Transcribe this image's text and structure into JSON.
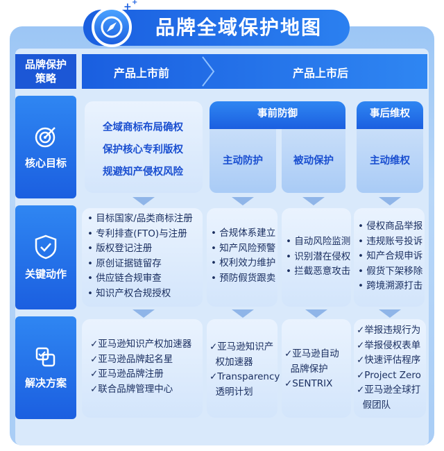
{
  "title": "品牌全域保护地图",
  "header": {
    "left_label_line1": "品牌保护",
    "left_label_line2": "策略",
    "pre_launch": "产品上市前",
    "post_launch": "产品上市后"
  },
  "rows": {
    "goals": "核心目标",
    "actions": "关键动作",
    "solutions": "解决方案"
  },
  "tabs": {
    "prevent": "事前防御",
    "after": "事后维权"
  },
  "goals": {
    "pre": [
      "全域商标布局确权",
      "保护核心专利版权",
      "规避知产侵权风险"
    ],
    "active_defense": "主动防护",
    "passive_defense": "被动保护",
    "active_rights": "主动维权"
  },
  "actions": {
    "pre": [
      "• 目标国家/品类商标注册",
      "• 专利排查(FTO)与注册",
      "• 版权登记注册",
      "• 原创证据链留存",
      "• 供应链合规审查",
      "• 知识产权合规授权"
    ],
    "active_defense": [
      "• 合规体系建立",
      "• 知产风险预警",
      "• 权利效力维护",
      "• 预防假货跟卖"
    ],
    "passive_defense": [
      "• 自动风险监测",
      "• 识别潜在侵权",
      "• 拦截恶意攻击"
    ],
    "active_rights": [
      "• 侵权商品举报",
      "• 违规账号投诉",
      "• 知产合规申诉",
      "• 假货下架移除",
      "• 跨境溯源打击"
    ]
  },
  "solutions": {
    "pre": [
      "✓亚马逊知识产权加速器",
      "✓亚马逊品牌起名星",
      "✓亚马逊品牌注册",
      "✓联合品牌管理中心"
    ],
    "active_defense": [
      "✓亚马逊知识产",
      "  权加速器",
      "✓Transparency",
      "  透明计划"
    ],
    "passive_defense": [
      "✓亚马逊自动",
      "  品牌保护",
      "✓SENTRIX"
    ],
    "active_rights": [
      "✓举报违规行为",
      "✓举报侵权表单",
      "✓快速评估程序",
      "✓Project Zero",
      "✓亚马逊全球打",
      "  假团队"
    ]
  },
  "colors": {
    "primary": "#1b5fe0",
    "accent": "#2f86f2",
    "text": "#1b2f60"
  }
}
